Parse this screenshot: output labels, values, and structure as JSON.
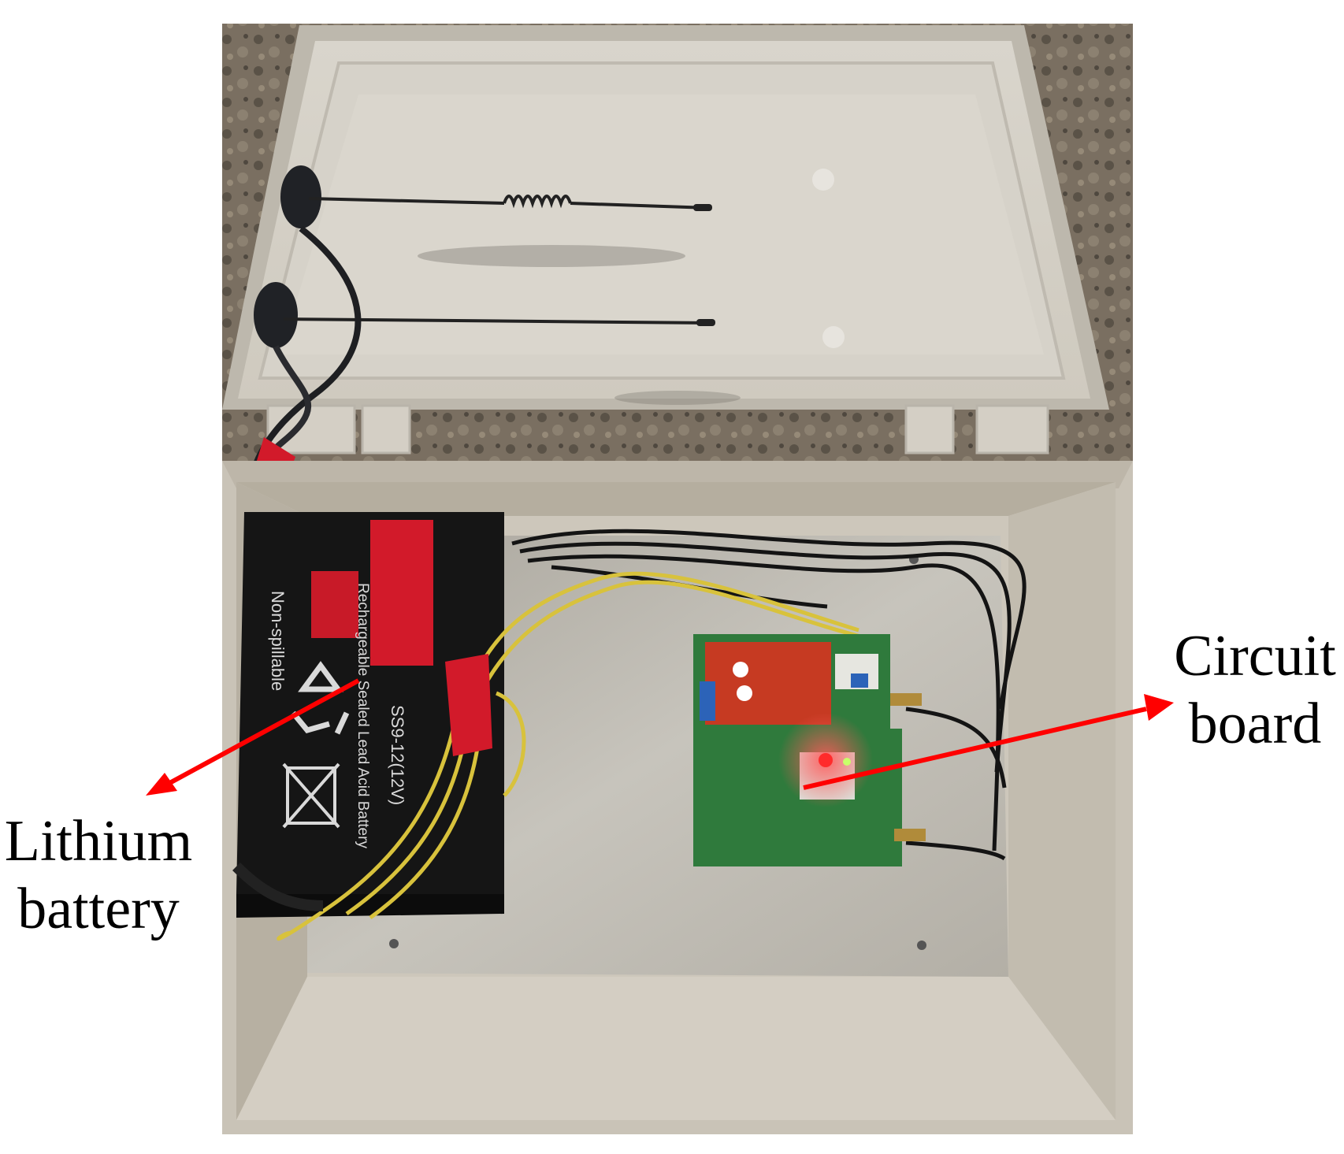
{
  "labels": {
    "battery": {
      "line1": "Lithium",
      "line2": "battery"
    },
    "board": {
      "line1": "Circuit",
      "line2": "board"
    }
  },
  "battery_print": {
    "model": "SS9-12(12V)",
    "type": "Rechargeable Sealed Lead Acid Battery",
    "spill": "Non-spillable"
  },
  "colors": {
    "arrow": "#ff0000",
    "lid": "#dcd8cf",
    "box_inner": "#ccc6ba",
    "ground": "#6f6558",
    "battery": "#151515",
    "plate": "#b9b6ae",
    "pcb_green": "#2f7a3c",
    "pcb_red": "#c63a22",
    "tape": "#d21a2a",
    "wire_yellow": "#d8c23c"
  },
  "icons": [
    "recycle-icon",
    "crossed-bin-icon",
    "red-led-icon"
  ]
}
